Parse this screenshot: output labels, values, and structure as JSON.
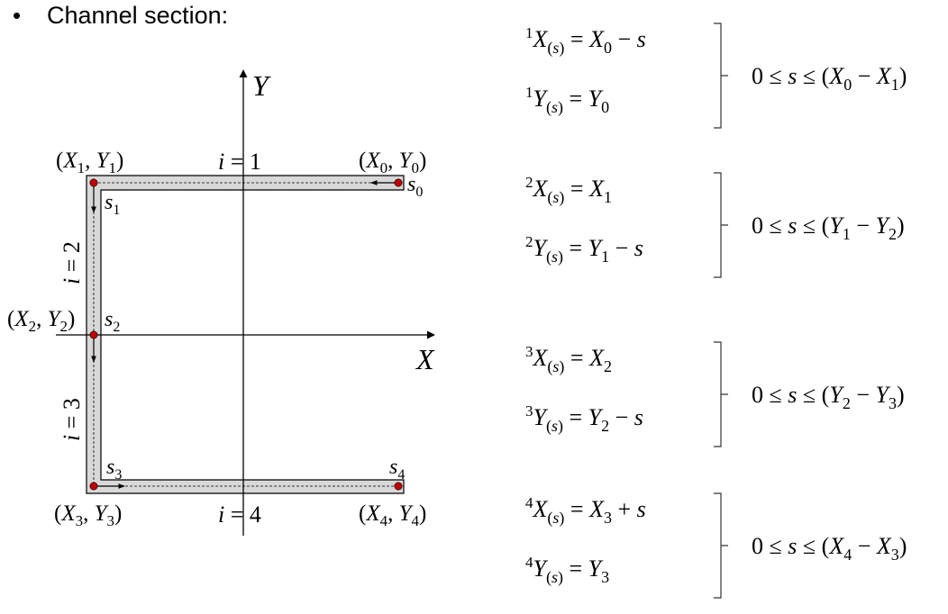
{
  "heading": {
    "bullet": "•",
    "title": "Channel section:"
  },
  "diagram": {
    "axis_y": "Y",
    "axis_x": "X",
    "points": [
      {
        "label": "(X1, Y1)",
        "base1": "X",
        "sub1": "1",
        "base2": "Y",
        "sub2": "1"
      },
      {
        "label": "(X0, Y0)",
        "base1": "X",
        "sub1": "0",
        "base2": "Y",
        "sub2": "0"
      },
      {
        "label": "(X2, Y2)",
        "base1": "X",
        "sub1": "2",
        "base2": "Y",
        "sub2": "2"
      },
      {
        "label": "(X3, Y3)",
        "base1": "X",
        "sub1": "3",
        "base2": "Y",
        "sub2": "3"
      },
      {
        "label": "(X4, Y4)",
        "base1": "X",
        "sub1": "4",
        "base2": "Y",
        "sub2": "4"
      }
    ],
    "s_labels": [
      {
        "base": "s",
        "sub": "0"
      },
      {
        "base": "s",
        "sub": "1"
      },
      {
        "base": "s",
        "sub": "2"
      },
      {
        "base": "s",
        "sub": "3"
      },
      {
        "base": "s",
        "sub": "4"
      }
    ],
    "segments": [
      {
        "var": "i",
        "eq": "=",
        "num": "1"
      },
      {
        "var": "i",
        "eq": "=",
        "num": "2"
      },
      {
        "var": "i",
        "eq": "=",
        "num": "3"
      },
      {
        "var": "i",
        "eq": "=",
        "num": "4"
      }
    ]
  },
  "equations": [
    {
      "x_sup": "1",
      "x_rhs": [
        {
          "t": "X",
          "i": true
        },
        {
          "t": "0",
          "sub": true
        },
        {
          "t": " − "
        },
        {
          "t": "s",
          "i": true
        }
      ],
      "y_sup": "1",
      "y_rhs": [
        {
          "t": "Y",
          "i": true
        },
        {
          "t": "0",
          "sub": true
        }
      ],
      "range": [
        {
          "t": "0 ≤ "
        },
        {
          "t": "s",
          "i": true
        },
        {
          "t": " ≤ ("
        },
        {
          "t": "X",
          "i": true
        },
        {
          "t": "0",
          "sub": true
        },
        {
          "t": " − "
        },
        {
          "t": "X",
          "i": true
        },
        {
          "t": "1",
          "sub": true
        },
        {
          "t": ")"
        }
      ]
    },
    {
      "x_sup": "2",
      "x_rhs": [
        {
          "t": "X",
          "i": true
        },
        {
          "t": "1",
          "sub": true
        }
      ],
      "y_sup": "2",
      "y_rhs": [
        {
          "t": "Y",
          "i": true
        },
        {
          "t": "1",
          "sub": true
        },
        {
          "t": " − "
        },
        {
          "t": "s",
          "i": true
        }
      ],
      "range": [
        {
          "t": "0 ≤ "
        },
        {
          "t": "s",
          "i": true
        },
        {
          "t": " ≤ ("
        },
        {
          "t": "Y",
          "i": true
        },
        {
          "t": "1",
          "sub": true
        },
        {
          "t": " − "
        },
        {
          "t": "Y",
          "i": true
        },
        {
          "t": "2",
          "sub": true
        },
        {
          "t": ")"
        }
      ]
    },
    {
      "x_sup": "3",
      "x_rhs": [
        {
          "t": "X",
          "i": true
        },
        {
          "t": "2",
          "sub": true
        }
      ],
      "y_sup": "3",
      "y_rhs": [
        {
          "t": "Y",
          "i": true
        },
        {
          "t": "2",
          "sub": true
        },
        {
          "t": " − "
        },
        {
          "t": "s",
          "i": true
        }
      ],
      "range": [
        {
          "t": "0 ≤ "
        },
        {
          "t": "s",
          "i": true
        },
        {
          "t": " ≤ ("
        },
        {
          "t": "Y",
          "i": true
        },
        {
          "t": "2",
          "sub": true
        },
        {
          "t": " − "
        },
        {
          "t": "Y",
          "i": true
        },
        {
          "t": "3",
          "sub": true
        },
        {
          "t": ")"
        }
      ]
    },
    {
      "x_sup": "4",
      "x_rhs": [
        {
          "t": "X",
          "i": true
        },
        {
          "t": "3",
          "sub": true
        },
        {
          "t": " + "
        },
        {
          "t": "s",
          "i": true
        }
      ],
      "y_sup": "4",
      "y_rhs": [
        {
          "t": "Y",
          "i": true
        },
        {
          "t": "3",
          "sub": true
        }
      ],
      "range": [
        {
          "t": "0 ≤ "
        },
        {
          "t": "s",
          "i": true
        },
        {
          "t": " ≤ ("
        },
        {
          "t": "X",
          "i": true
        },
        {
          "t": "4",
          "sub": true
        },
        {
          "t": " − "
        },
        {
          "t": "X",
          "i": true
        },
        {
          "t": "3",
          "sub": true
        },
        {
          "t": ")"
        }
      ]
    }
  ],
  "colors": {
    "section_fill": "#d8d8d8",
    "point": "#c00000"
  }
}
